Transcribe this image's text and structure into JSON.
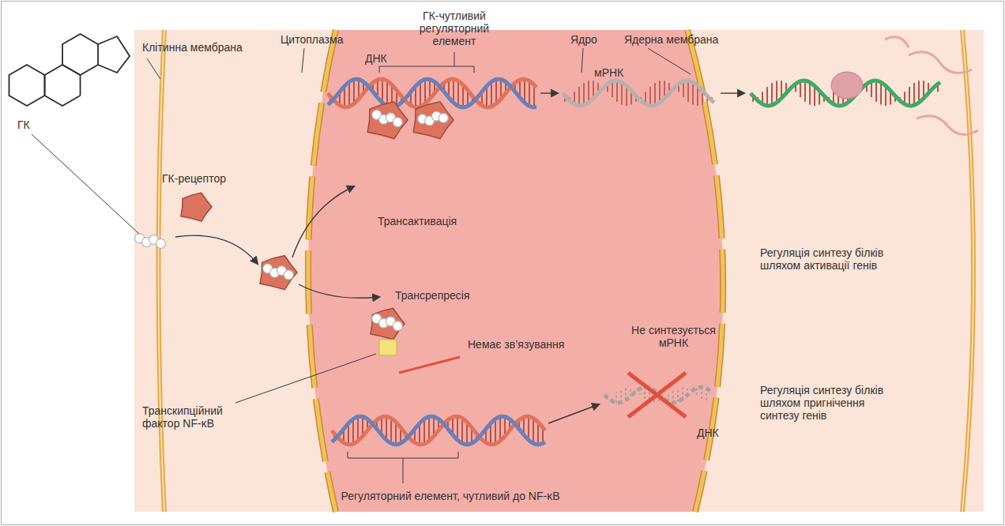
{
  "diagram": {
    "labels": [
      "ГК",
      "Клітинна мембрана",
      "Цитоплазма",
      "ГК-чутливий регуляторний елемент",
      "ДНК",
      "Ядро",
      "Ядерна мембрана",
      "ГК-рецептор",
      "мРНК",
      "Трансактивація",
      "Регуляція синтезу білків шляхом активації генів",
      "Трансрепресія",
      "Немає зв’язування",
      "Не синтезується мРНК",
      "Транскипційний фактор NF-κB",
      "ДНК",
      "Регуляція синтезу білків шляхом пригнічення синтезу генів",
      "Регуляторний елемент, чутливий до NF-κB"
    ]
  }
}
